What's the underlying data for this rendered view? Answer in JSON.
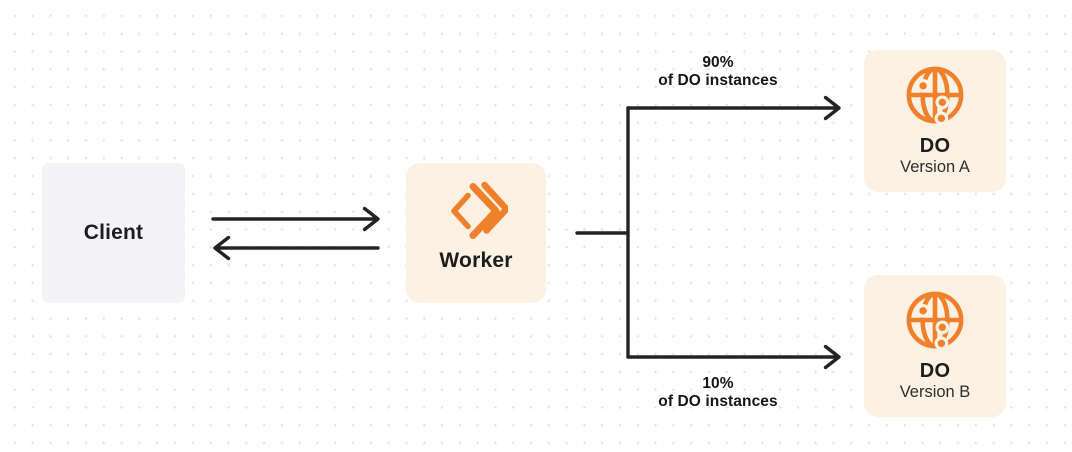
{
  "diagram": {
    "nodes": {
      "client": {
        "label": "Client"
      },
      "worker": {
        "label": "Worker",
        "icon": "workers-chevrons-icon"
      },
      "do_version_a": {
        "title": "DO",
        "subtitle": "Version A",
        "icon": "durable-object-globe-icon"
      },
      "do_version_b": {
        "title": "DO",
        "subtitle": "Version B",
        "icon": "durable-object-globe-icon"
      }
    },
    "edges": {
      "client_worker": {
        "style": "bidirectional-arrows"
      },
      "worker_split_top": {
        "percent": "90%",
        "caption": "of DO instances"
      },
      "worker_split_bottom": {
        "percent": "10%",
        "caption": "of DO instances"
      }
    },
    "colors": {
      "orange": "#f0812c",
      "node_cream": "#fcf1e2",
      "node_gray": "#f4f4f6",
      "arrow": "#232323",
      "text": "#1d1d1f",
      "subtext": "#2e2e30",
      "dot": "#e6e6e9",
      "background": "#ffffff"
    }
  }
}
